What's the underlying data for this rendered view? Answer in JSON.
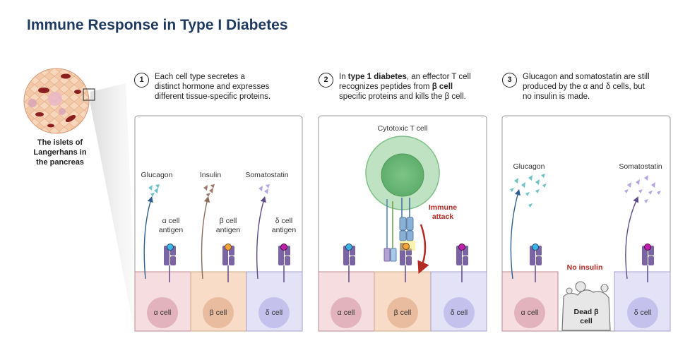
{
  "title": "Immune Response in Type I Diabetes",
  "islet_label": "The islets of Langerhans in the pancreas",
  "steps": [
    {
      "num": "1",
      "lines": [
        "Each cell type secretes a",
        "distinct hormone and expresses",
        "different tissue-specific proteins."
      ]
    },
    {
      "num": "2",
      "line1_pre": "In ",
      "line1_bold": "type 1 diabetes",
      "line1_post": ", an effector T cell",
      "line2_pre": "recognizes peptides from ",
      "line2_bold": "β cell",
      "line3": "specific proteins and kills the β cell."
    },
    {
      "num": "3",
      "lines": [
        "Glucagon and somatostatin are still",
        "produced by the α and δ cells, but",
        "no insulin is made."
      ]
    }
  ],
  "panel1": {
    "hormones": [
      "Glucagon",
      "Insulin",
      "Somatostatin"
    ],
    "antigens": [
      "α cell antigen",
      "β cell antigen",
      "δ cell antigen"
    ],
    "cells": [
      "α cell",
      "β cell",
      "δ cell"
    ]
  },
  "panel2": {
    "tcell": "Cytotoxic T cell",
    "attack": "Immune attack",
    "cells": [
      "α cell",
      "β cell",
      "δ cell"
    ]
  },
  "panel3": {
    "hormones": [
      "Glucagon",
      "Somatostatin"
    ],
    "no_insulin": "No insulin",
    "dead": "Dead β cell",
    "cells": [
      "α cell",
      "δ cell"
    ]
  },
  "colors": {
    "title": "#1f3a5f",
    "alpha": "#f6dde0",
    "beta": "#f8dcc7",
    "delta": "#e4e2f6",
    "receptor": "#7a64a3",
    "attack": "#b22a22",
    "tcell": "#9fd3a4"
  }
}
